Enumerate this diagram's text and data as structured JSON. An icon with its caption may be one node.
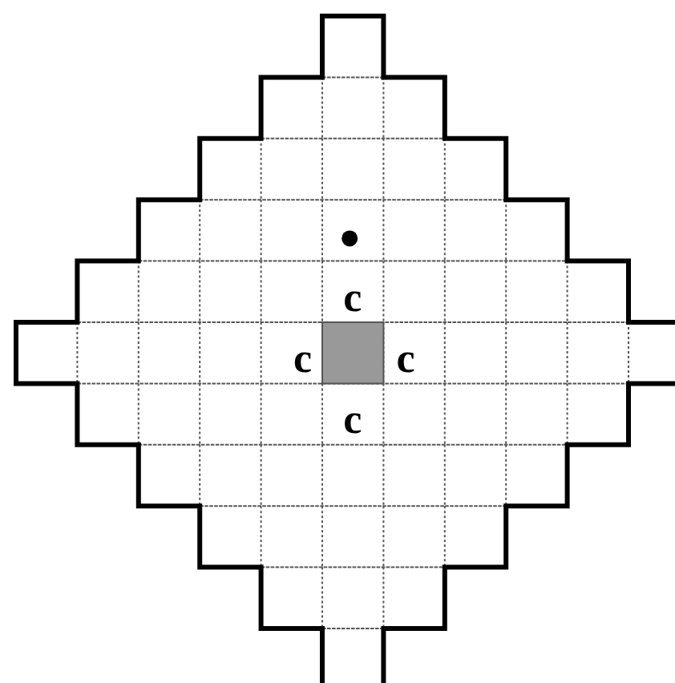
{
  "diagram": {
    "labels": [
      "c",
      "c",
      "c",
      "c"
    ]
  }
}
